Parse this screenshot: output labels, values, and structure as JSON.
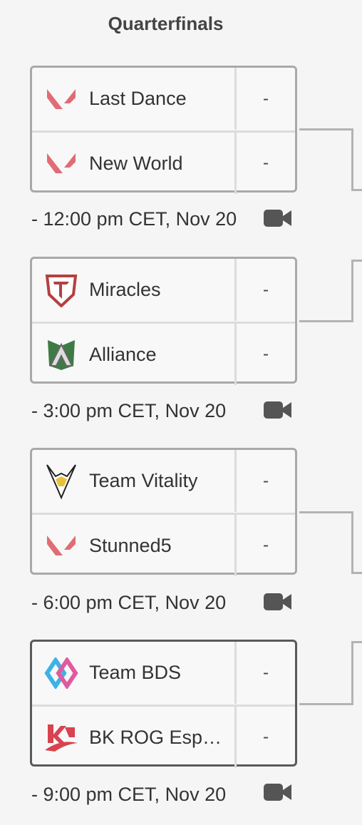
{
  "header": {
    "title": "Quarterfinals"
  },
  "matches": [
    {
      "team1": {
        "name": "Last Dance",
        "score": "-",
        "logo": "valorant-icon"
      },
      "team2": {
        "name": "New World",
        "score": "-",
        "logo": "valorant-icon"
      },
      "time": "-  12:00 pm CET, Nov 20",
      "stream_icon": "video-camera-icon"
    },
    {
      "team1": {
        "name": "Miracles",
        "score": "-",
        "logo": "miracles-logo-icon"
      },
      "team2": {
        "name": "Alliance",
        "score": "-",
        "logo": "alliance-logo-icon"
      },
      "time": "-  3:00 pm CET, Nov 20",
      "stream_icon": "video-camera-icon"
    },
    {
      "team1": {
        "name": "Team Vitality",
        "score": "-",
        "logo": "vitality-logo-icon"
      },
      "team2": {
        "name": "Stunned5",
        "score": "-",
        "logo": "valorant-icon"
      },
      "time": "-  6:00 pm CET, Nov 20",
      "stream_icon": "video-camera-icon"
    },
    {
      "team1": {
        "name": "Team BDS",
        "score": "-",
        "logo": "bds-logo-icon"
      },
      "team2": {
        "name": "BK ROG Espo…",
        "score": "-",
        "logo": "bk-rog-logo-icon"
      },
      "time": "-  9:00 pm CET, Nov 20",
      "stream_icon": "video-camera-icon"
    }
  ],
  "colors": {
    "valorant_red": "#e06c75",
    "border": "#a9a9a9",
    "border_active": "#5a5a5a",
    "connector": "#b3b3b3"
  }
}
